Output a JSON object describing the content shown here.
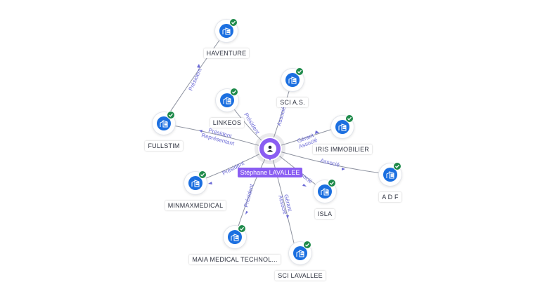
{
  "person": {
    "name": "Stéphane LAVALLEE",
    "icon": "user-icon"
  },
  "companies": [
    {
      "id": "haventure",
      "name": "HAVENTURE",
      "icon": "building-icon",
      "verified": true
    },
    {
      "id": "sci-as",
      "name": "SCI A.S.",
      "icon": "building-icon",
      "verified": true
    },
    {
      "id": "linkeos",
      "name": "LINKEOS",
      "icon": "building-icon",
      "verified": true
    },
    {
      "id": "iris",
      "name": "IRIS IMMOBILIER",
      "icon": "building-icon",
      "verified": true
    },
    {
      "id": "fullstim",
      "name": "FULLSTIM",
      "icon": "building-icon",
      "verified": true
    },
    {
      "id": "adf",
      "name": "A D F",
      "icon": "building-icon",
      "verified": true
    },
    {
      "id": "minmax",
      "name": "MINMAXMEDICAL",
      "icon": "building-icon",
      "verified": true
    },
    {
      "id": "isla",
      "name": "ISLA",
      "icon": "building-icon",
      "verified": true
    },
    {
      "id": "maia",
      "name": "MAIA MEDICAL TECHNOL...",
      "icon": "building-icon",
      "verified": true
    },
    {
      "id": "sci-lavallee",
      "name": "SCI LAVALLEE",
      "icon": "building-icon",
      "verified": true
    }
  ],
  "relations": {
    "haventure": [
      "Président"
    ],
    "sci-as": [
      "Associé"
    ],
    "linkeos": [
      "Président"
    ],
    "iris": [
      "Gérant",
      "Associé"
    ],
    "fullstim": [
      "Président",
      "Représentant"
    ],
    "adf": [
      "Associé"
    ],
    "minmax": [
      "Président"
    ],
    "isla": [
      "Associé"
    ],
    "maia": [
      "Président"
    ],
    "sci-lavallee": [
      "Gérant",
      "Associé"
    ]
  },
  "colors": {
    "person": "#8a5df2",
    "company_icon": "#1b6fe0",
    "verified": "#1e8a4a",
    "edge": "#8e93a0",
    "edge_label": "#6b6ad6"
  }
}
